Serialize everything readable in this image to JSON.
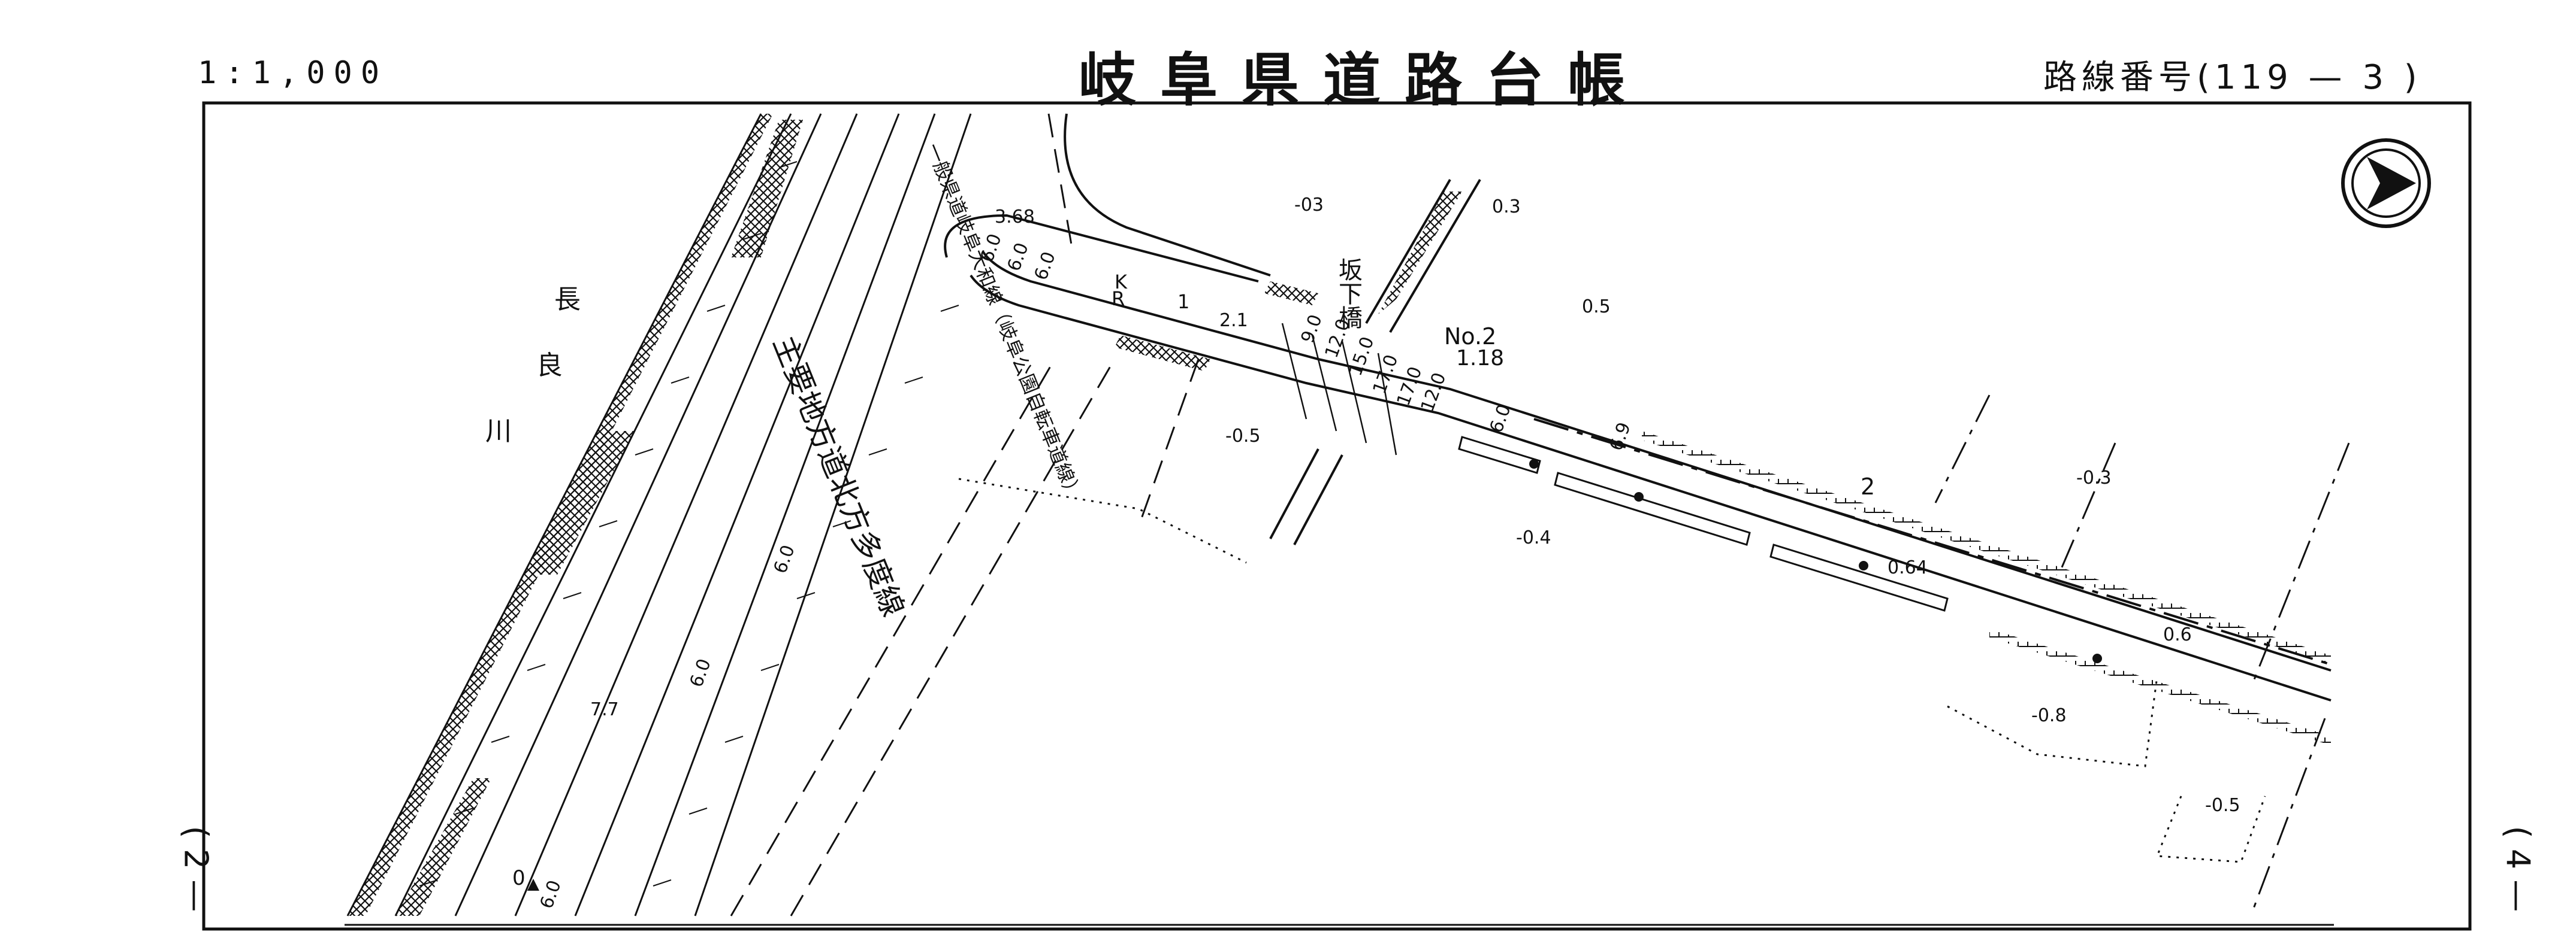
{
  "header": {
    "scale": "1:1,000",
    "title": "岐阜県道路台帳",
    "route_number": "路線番号(119 — 3 )"
  },
  "side_marks": {
    "left": "( 2 —",
    "right": "( 4 —"
  },
  "map": {
    "north_arrow_icon": "north-arrow-icon",
    "river_label": "長良川",
    "bridge_label": "坂下橋",
    "road_label_main": "主要地方道北方多度線",
    "road_label_branch": "一般県道岐阜大和線（岐阜公園自転車道線）",
    "station_label": "No.2",
    "station_value": "1.18",
    "elevations": [
      "-03",
      "0.3",
      "0.5",
      "3.68",
      "2.1",
      "-0.5",
      "-0.4",
      "0.64",
      "-0.3",
      "0.6",
      "-0.8",
      "-0.5",
      "7.7"
    ],
    "widths": [
      "6.0",
      "6.0",
      "6.0",
      "9.0",
      "12.0",
      "15.0",
      "17.0",
      "17.0",
      "12.0",
      "6.0",
      "6.9",
      "6.0",
      "6.0",
      "6.0"
    ],
    "markers": [
      "R",
      "K",
      "1",
      "2",
      "0"
    ],
    "colors": {
      "ink": "#111111",
      "paper": "#ffffff"
    }
  }
}
